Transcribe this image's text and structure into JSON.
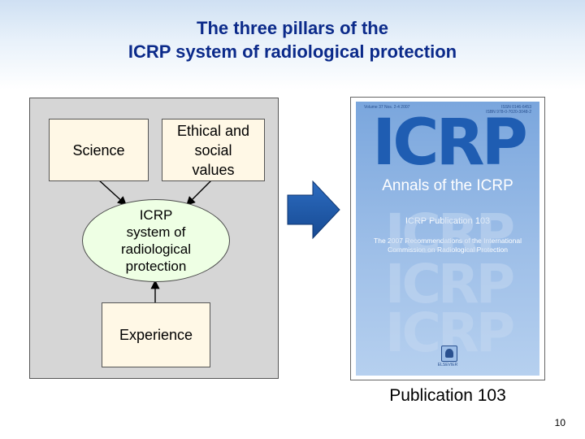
{
  "title": {
    "line1": "The three pillars of the",
    "line2": "ICRP system of radiological protection"
  },
  "diagram": {
    "science_label": "Science",
    "ethical_lines": [
      "Ethical and",
      "social",
      "values"
    ],
    "center_lines": [
      "ICRP",
      "system of",
      "radiological",
      "protection"
    ],
    "experience_label": "Experience",
    "panel_color": "#d6d6d6",
    "box_fill": "#fff8e6",
    "ellipse_fill": "#eeffe4",
    "arrow_color": "#1f5aa8"
  },
  "cover": {
    "top_left_meta": "Volume 37 Nos. 2-4 2007",
    "top_right_meta_lines": [
      "ISSN 0146-6453",
      "ISBN 978-0-7020-3048-2"
    ],
    "wordmark": "ICRP",
    "series_title": "Annals of the ICRP",
    "publication_number": "ICRP Publication 103",
    "recommendations_lines": [
      "The 2007 Recommendations of the International",
      "Commission on Radiological Protection"
    ],
    "publisher": "ELSEVIER",
    "main_color": "#1f5db2",
    "background_color": "#9ebfe8"
  },
  "caption": "Publication 103",
  "page_number": "10"
}
